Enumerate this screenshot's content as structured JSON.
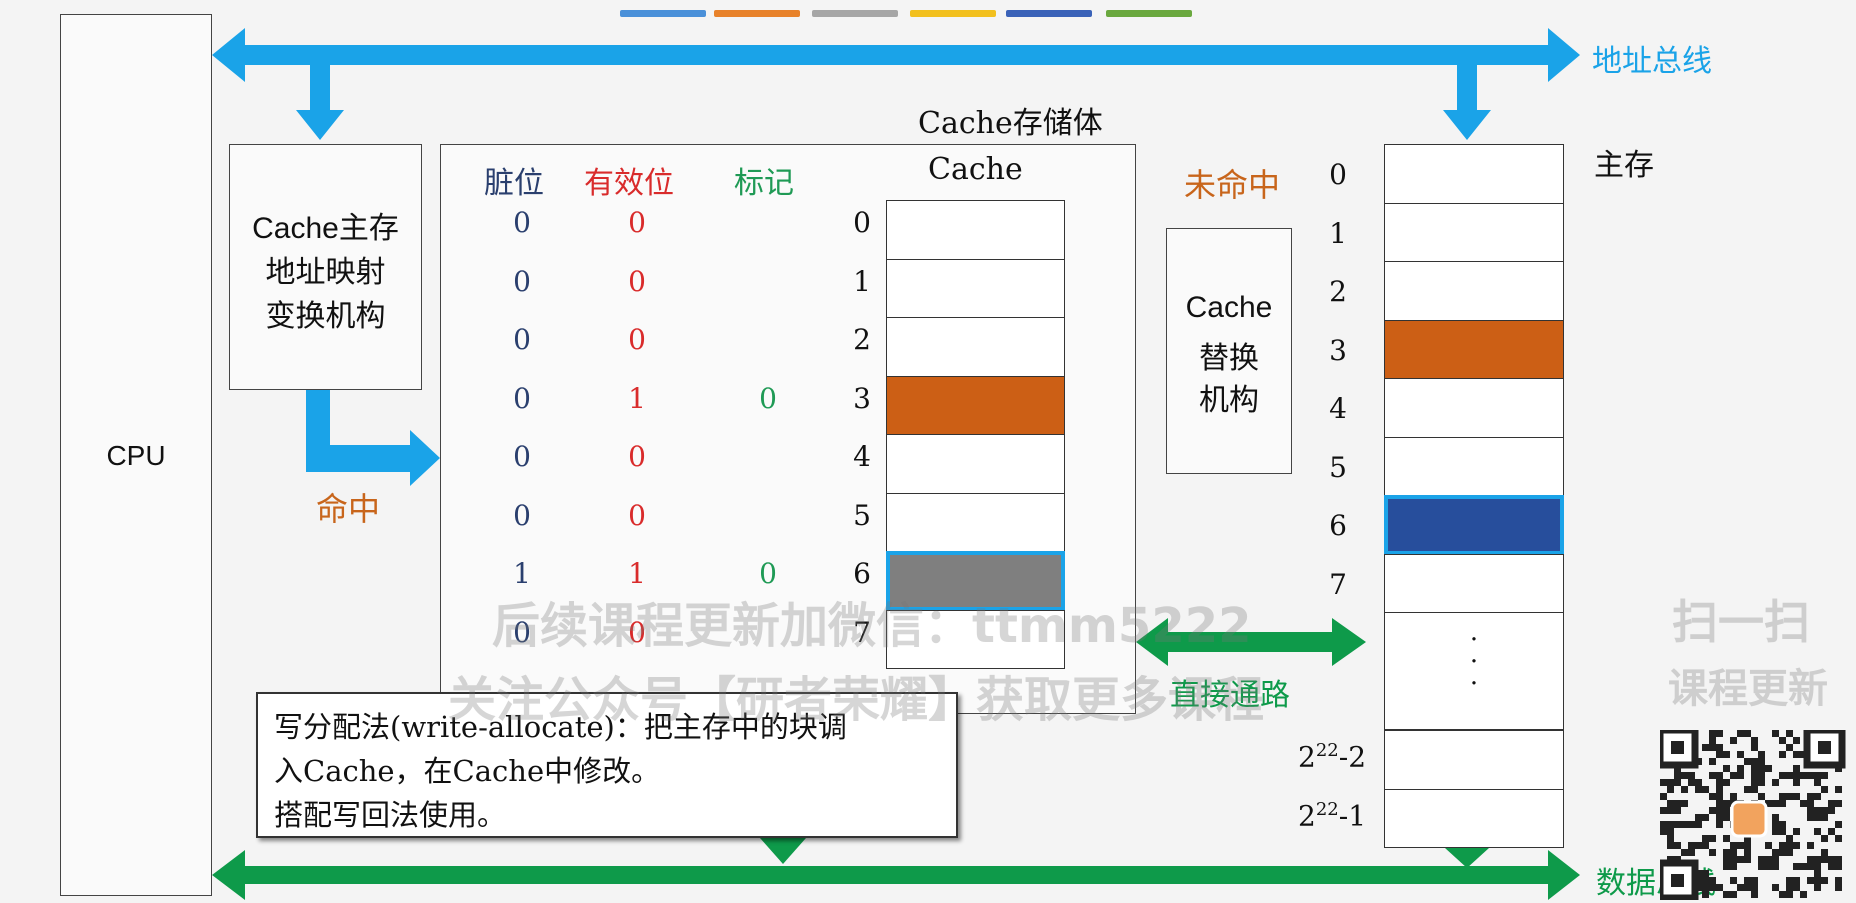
{
  "colors": {
    "address_bus": "#1aa3e8",
    "data_bus": "#0e9a4a",
    "orange": "#cc5f15",
    "gray_block": "#7f7f7f",
    "blue_block": "#274e9c",
    "dirty_color": "#2a3f6e",
    "valid_color": "#d92b2b",
    "tag_color": "#1f9a55",
    "hit_color": "#c8651b",
    "miss_color": "#c8651b"
  },
  "top_color_bars": [
    "#4a90d9",
    "#e8822a",
    "#a6a6a6",
    "#f2c01e",
    "#3a62b8",
    "#6aa83e"
  ],
  "cpu_label": "CPU",
  "address_bus_label": "地址总线",
  "data_bus_label": "数据总线",
  "mapping_unit_label": [
    "Cache主存",
    "地址映射",
    "变换机构"
  ],
  "hit_label": "命中",
  "miss_label": "未命中",
  "cache_storage_title": "Cache存储体",
  "table_headers": {
    "dirty": "脏位",
    "valid": "有效位",
    "tag": "标记",
    "cache": "Cache"
  },
  "cache_rows": [
    {
      "dirty": "0",
      "valid": "0",
      "tag": "",
      "index": "0",
      "fill": "empty"
    },
    {
      "dirty": "0",
      "valid": "0",
      "tag": "",
      "index": "1",
      "fill": "empty"
    },
    {
      "dirty": "0",
      "valid": "0",
      "tag": "",
      "index": "2",
      "fill": "empty"
    },
    {
      "dirty": "0",
      "valid": "1",
      "tag": "0",
      "index": "3",
      "fill": "orange"
    },
    {
      "dirty": "0",
      "valid": "0",
      "tag": "",
      "index": "4",
      "fill": "empty"
    },
    {
      "dirty": "0",
      "valid": "0",
      "tag": "",
      "index": "5",
      "fill": "empty"
    },
    {
      "dirty": "1",
      "valid": "1",
      "tag": "0",
      "index": "6",
      "fill": "gray"
    },
    {
      "dirty": "0",
      "valid": "0",
      "tag": "",
      "index": "7",
      "fill": "empty"
    }
  ],
  "replace_unit_label": [
    "Cache",
    "替换",
    "机构"
  ],
  "direct_path_label": "直接通路",
  "main_memory_label": "主存",
  "memory_rows": [
    {
      "index": "0",
      "fill": "empty"
    },
    {
      "index": "1",
      "fill": "empty"
    },
    {
      "index": "2",
      "fill": "empty"
    },
    {
      "index": "3",
      "fill": "orange"
    },
    {
      "index": "4",
      "fill": "empty"
    },
    {
      "index": "5",
      "fill": "empty"
    },
    {
      "index": "6",
      "fill": "blue"
    },
    {
      "index": "7",
      "fill": "empty"
    }
  ],
  "memory_ellipsis": "·\n·\n·",
  "memory_tail": [
    {
      "base": "2",
      "exp": "22",
      "suffix": "-2"
    },
    {
      "base": "2",
      "exp": "22",
      "suffix": "-1"
    }
  ],
  "note_lines": [
    "写分配法(write-allocate)：把主存中的块调",
    "入Cache，在Cache中修改。",
    "搭配写回法使用。"
  ],
  "watermark_lines": [
    "后续课程更新加微信：ttmm5222",
    "关注公众号【研者荣耀】获取更多课程"
  ],
  "side_watermark": [
    "扫一扫",
    "课程更新"
  ]
}
